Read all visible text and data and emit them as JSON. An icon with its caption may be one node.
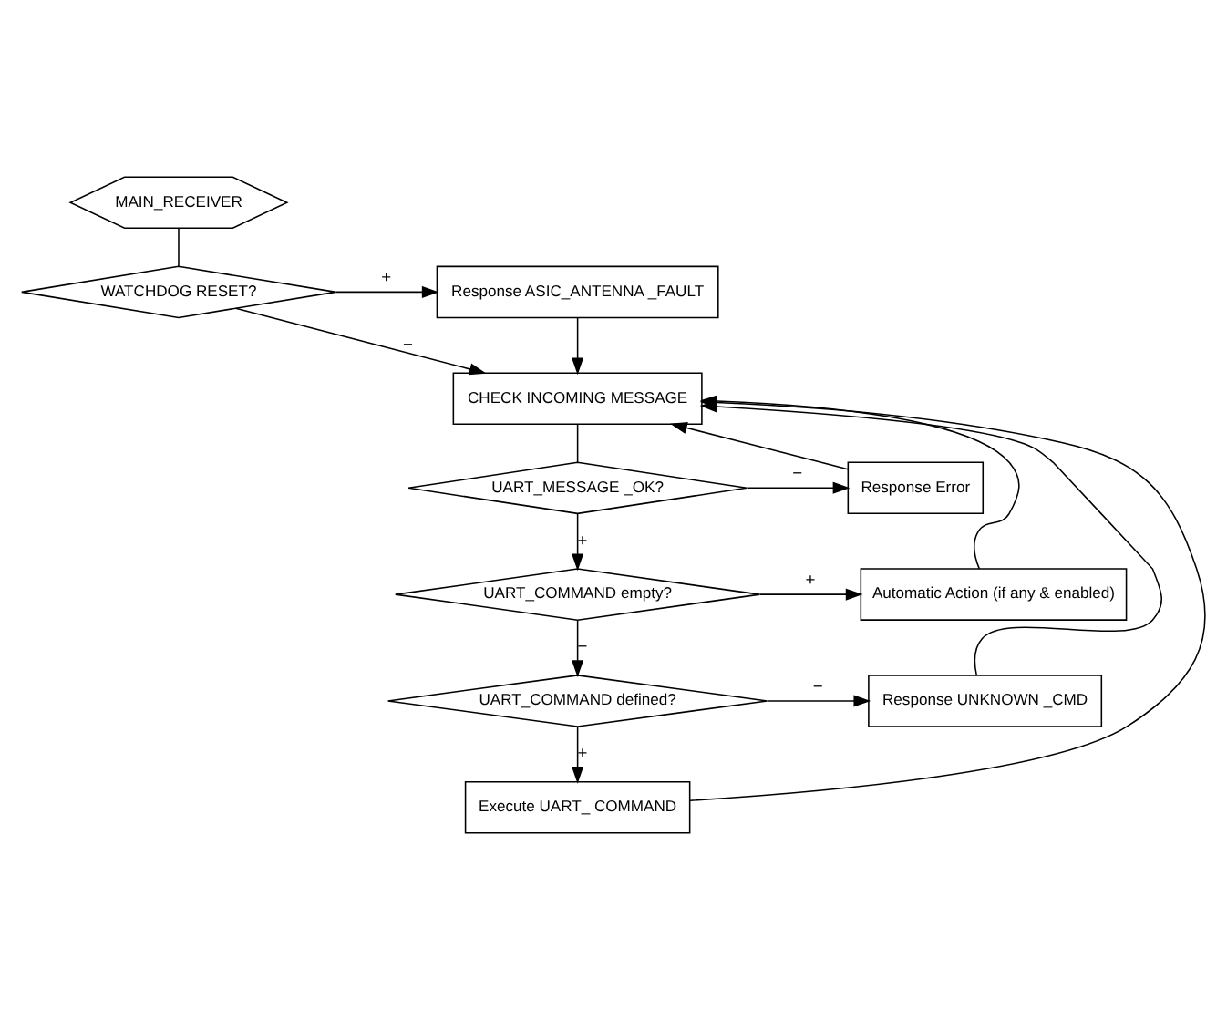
{
  "diagram": {
    "nodes": [
      {
        "text": [
          "MAIN_RECEIVER"
        ]
      },
      {
        "text": [
          "WATCHDOG RESET?"
        ]
      },
      {
        "text": [
          "Response ASIC_ANTENNA _FAULT"
        ]
      },
      {
        "text": [
          "CHECK INCOMING MESSAGE"
        ]
      },
      {
        "text": [
          "UART_MESSAGE _OK?"
        ]
      },
      {
        "text": [
          "Response Error"
        ]
      },
      {
        "text": [
          "UART_COMMAND empty?"
        ]
      },
      {
        "text": [
          "Automatic Action (if any & enabled)"
        ]
      },
      {
        "text": [
          "UART_COMMAND defined?"
        ]
      },
      {
        "text": [
          "Response UNKNOWN _CMD"
        ]
      },
      {
        "text": [
          "Execute UART_ COMMAND"
        ]
      }
    ],
    "edges": [
      {
        "from": 0,
        "to": 1,
        "arrow": "none"
      },
      {
        "from": 1,
        "to": 2,
        "arrow": "to",
        "label": "+"
      },
      {
        "from": 1,
        "to": 3,
        "arrow": "to",
        "label": "−"
      },
      {
        "from": 2,
        "to": 3,
        "arrow": "to"
      },
      {
        "from": 3,
        "to": 4,
        "arrow": "none"
      },
      {
        "from": 4,
        "to": 5,
        "arrow": "to",
        "label": "−"
      },
      {
        "from": 4,
        "to": 6,
        "arrow": "to",
        "label": "+"
      },
      {
        "from": 6,
        "to": 7,
        "arrow": "to",
        "label": "+"
      },
      {
        "from": 6,
        "to": 8,
        "arrow": "to",
        "label": "−"
      },
      {
        "from": 8,
        "to": 9,
        "arrow": "to",
        "label": "−"
      },
      {
        "from": 8,
        "to": 10,
        "arrow": "to",
        "label": "+"
      },
      {
        "from": 5,
        "to": 3,
        "arrow": "to"
      },
      {
        "from": 7,
        "to": 3,
        "arrow": "to"
      },
      {
        "from": 9,
        "to": 3,
        "arrow": "to"
      },
      {
        "from": 10,
        "to": 3,
        "arrow": "to"
      }
    ]
  }
}
